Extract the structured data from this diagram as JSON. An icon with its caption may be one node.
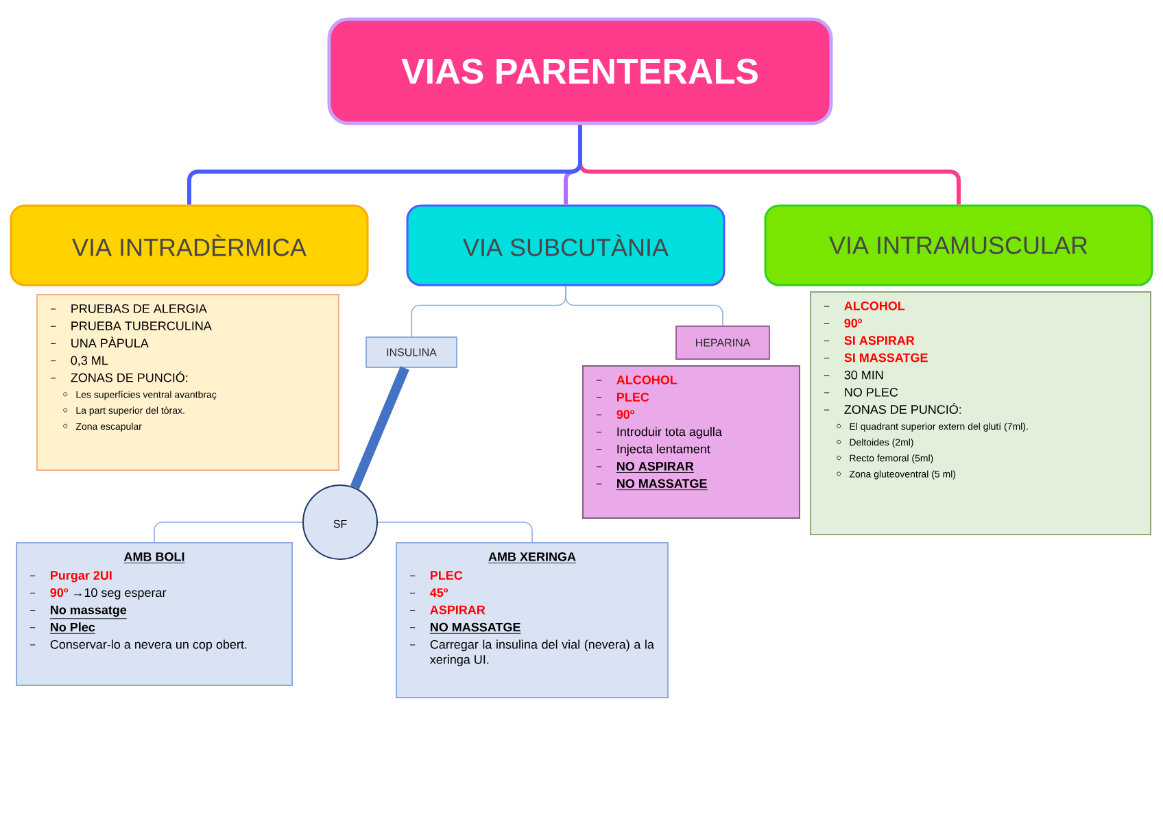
{
  "diagram": {
    "nodes": [
      {
        "text": [
          "VIAS PARENTERALS"
        ]
      },
      {
        "text": [
          "VIA INTRADÈRMICA"
        ]
      },
      {
        "text": [
          "VIA SUBCUTÀNIA"
        ]
      },
      {
        "text": [
          "VIA INTRAMUSCULAR"
        ]
      },
      {
        "text": [
          "PRUEBAS DE ALERGIA",
          "PRUEBA TUBERCULINA",
          "UNA PÀPULA",
          "0,3 ML",
          "ZONAS DE PUNCIÓ:",
          "Les superfícies ventral avantbraç",
          "La part superior del tòrax.",
          "Zona escapular"
        ]
      },
      {
        "text": [
          "INSULINA"
        ]
      },
      {
        "text": [
          "HEPARINA"
        ]
      },
      {
        "text": [
          "ALCOHOL",
          "PLEC",
          "90º",
          "Introduir tota agulla",
          "Injecta lentament",
          "NO ASPIRAR",
          "NO MASSATGE"
        ]
      },
      {
        "text": [
          "ALCOHOL",
          "90º",
          "SI ASPIRAR",
          "SI MASSATGE",
          "30 MIN",
          "NO PLEC",
          "ZONAS DE PUNCIÓ:",
          "El quadrant superior extern del glutí (7ml).",
          "Deltoides (2ml)",
          "Recto femoral (5ml)",
          "Zona gluteoventral (5 ml)"
        ]
      },
      {
        "text": [
          "SF"
        ]
      },
      {
        "text": [
          "AMB BOLI",
          "Purgar 2UI",
          "**90º** →10 seg esperar",
          "No massatge",
          "No Plec",
          "Conservar-lo a nevera un cop obert."
        ]
      },
      {
        "text": [
          "AMB XERINGA",
          "PLEC",
          "45º",
          "ASPIRAR",
          "NO MASSATGE",
          "Carregar la insulina del vial (nevera) a la xeringa UI."
        ]
      }
    ],
    "edges": [
      {
        "from": 0,
        "to": 1,
        "arrow": "none",
        "style": "thick",
        "color": "#4a5cff"
      },
      {
        "from": 0,
        "to": 2,
        "arrow": "none",
        "style": "thick",
        "color": "#b86cff"
      },
      {
        "from": 0,
        "to": 3,
        "arrow": "none",
        "style": "thick",
        "color": "#ff3c8c"
      },
      {
        "from": 2,
        "to": 5,
        "arrow": "none"
      },
      {
        "from": 2,
        "to": 6,
        "arrow": "none"
      },
      {
        "from": 5,
        "to": 9,
        "arrow": "none",
        "style": "thick",
        "color": "#4472c4"
      },
      {
        "from": 9,
        "to": 10,
        "arrow": "none"
      },
      {
        "from": 9,
        "to": 11,
        "arrow": "none"
      }
    ]
  }
}
